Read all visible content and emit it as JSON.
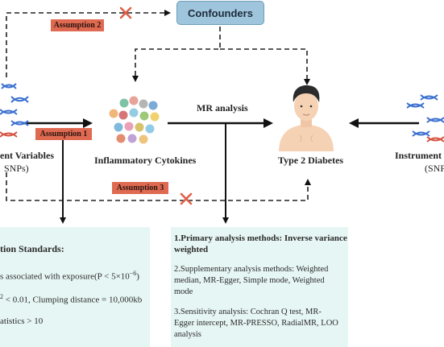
{
  "nodes": {
    "confounders": "Confounders",
    "cytokines": "Inflammatory Cytokines",
    "diabetes": "Type 2 Diabetes",
    "left_instrument_line1": "ent Variables",
    "left_instrument_line2": "SNPs)",
    "right_instrument_line1": "Instrument V",
    "right_instrument_line2": "(SNP"
  },
  "edges": {
    "mr_analysis": "MR analysis"
  },
  "assumptions": {
    "a1": "Assumption 1",
    "a2": "Assumption 2",
    "a3": "Assumption 3"
  },
  "left_panel": {
    "title": "tion Standards:",
    "line1": "s associated with exposure(P < 5×10",
    "line1_sup": "−6",
    "line1_end": ")",
    "line2_sup": "2",
    "line2": " < 0.01, Clumping distance = 10,000kb",
    "line3": "atistics > 10"
  },
  "right_panel": {
    "item1_line1": "1.Primary analysis methods: Inverse variance",
    "item1_line2": "weighted",
    "item2_line1": "2.Supplementary analysis methods: Weighted",
    "item2_line2": "median, MR-Egger, Simple mode, Weighted",
    "item2_line3": "mode",
    "item3_line1": "3.Sensitivity analysis: Cochran Q test, MR-",
    "item3_line2": "Egger intercept, MR-PRESSO, RadialMR, LOO",
    "item3_line3": "analysis"
  },
  "colors": {
    "confounder_box": "#9ec5dc",
    "assumption_tag": "#e06a51",
    "violation_cross": "#e0604a",
    "panel_bg": "#e6f6f4",
    "dna_blue": "#3a6fd0",
    "dna_red": "#d4523f"
  },
  "icons": [
    "dna-icon",
    "cytokine-cluster-icon",
    "person-icon",
    "cross-icon"
  ]
}
